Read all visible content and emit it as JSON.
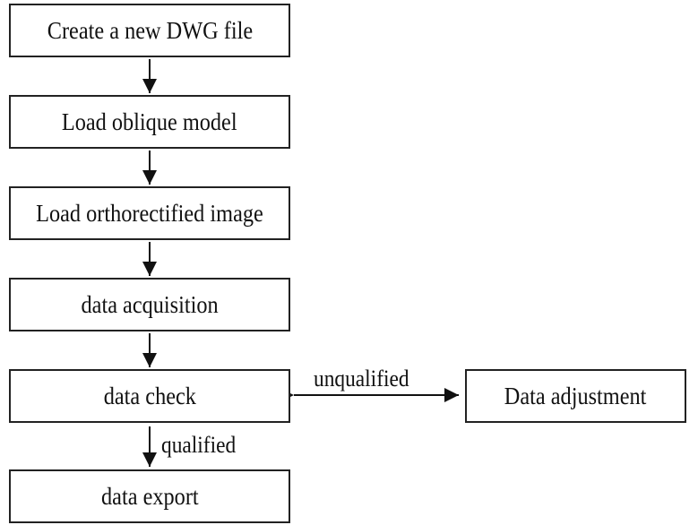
{
  "steps": [
    {
      "label": "Create a new DWG file"
    },
    {
      "label": "Load oblique model"
    },
    {
      "label": "Load orthorectified image"
    },
    {
      "label": "data acquisition"
    },
    {
      "label": "data check"
    },
    {
      "label": "data export"
    }
  ],
  "side_step": {
    "label": "Data adjustment"
  },
  "edges": {
    "unqualified": "unqualified",
    "qualified": "qualified"
  }
}
